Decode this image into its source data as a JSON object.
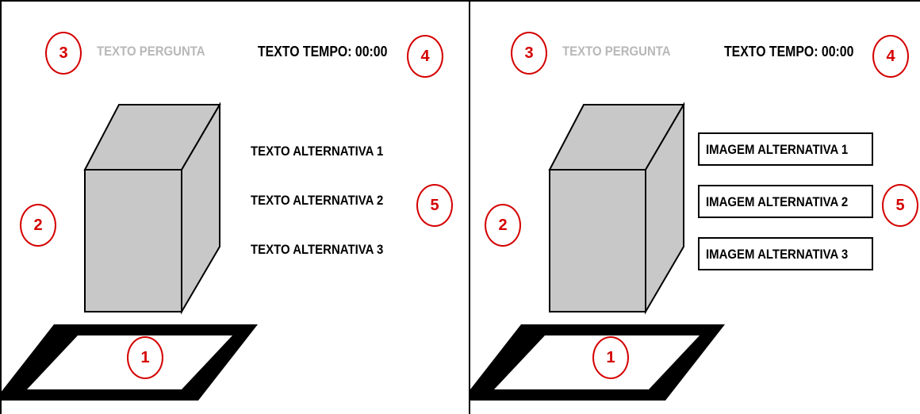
{
  "colors": {
    "marker": "#d40000",
    "question_text": "#b8b8b8",
    "cube_face": "#c8c8c8"
  },
  "panels": [
    {
      "id": "left",
      "question": "TEXTO PERGUNTA",
      "timer": "TEXTO TEMPO: 00:00",
      "alternatives_kind": "text",
      "alternatives": [
        "TEXTO ALTERNATIVA 1",
        "TEXTO ALTERNATIVA 2",
        "TEXTO ALTERNATIVA 3"
      ],
      "markers": {
        "marker": "1",
        "object": "2",
        "question": "3",
        "timer": "4",
        "alternatives": "5"
      }
    },
    {
      "id": "right",
      "question": "TEXTO PERGUNTA",
      "timer": "TEXTO TEMPO: 00:00",
      "alternatives_kind": "image",
      "alternatives": [
        "IMAGEM ALTERNATIVA 1",
        "IMAGEM ALTERNATIVA 2",
        "IMAGEM ALTERNATIVA 3"
      ],
      "markers": {
        "marker": "1",
        "object": "2",
        "question": "3",
        "timer": "4",
        "alternatives": "5"
      }
    }
  ]
}
